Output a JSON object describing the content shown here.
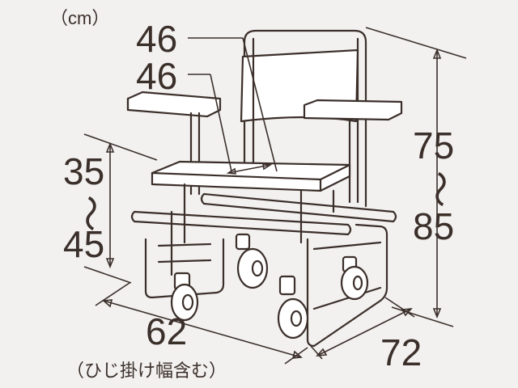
{
  "unit_label": "（cm）",
  "dimensions": {
    "back_height": "46",
    "seat_depth": "46",
    "seat_height_min": "35",
    "seat_height_tilde": "～",
    "seat_height_max": "45",
    "total_height_min": "75",
    "total_height_tilde": "～",
    "total_height_max": "85",
    "width": "62",
    "width_note": "（ひじ掛け幅含む）",
    "depth": "72"
  },
  "colors": {
    "line": "#3b2f2a",
    "background": "#f2f1f0"
  }
}
